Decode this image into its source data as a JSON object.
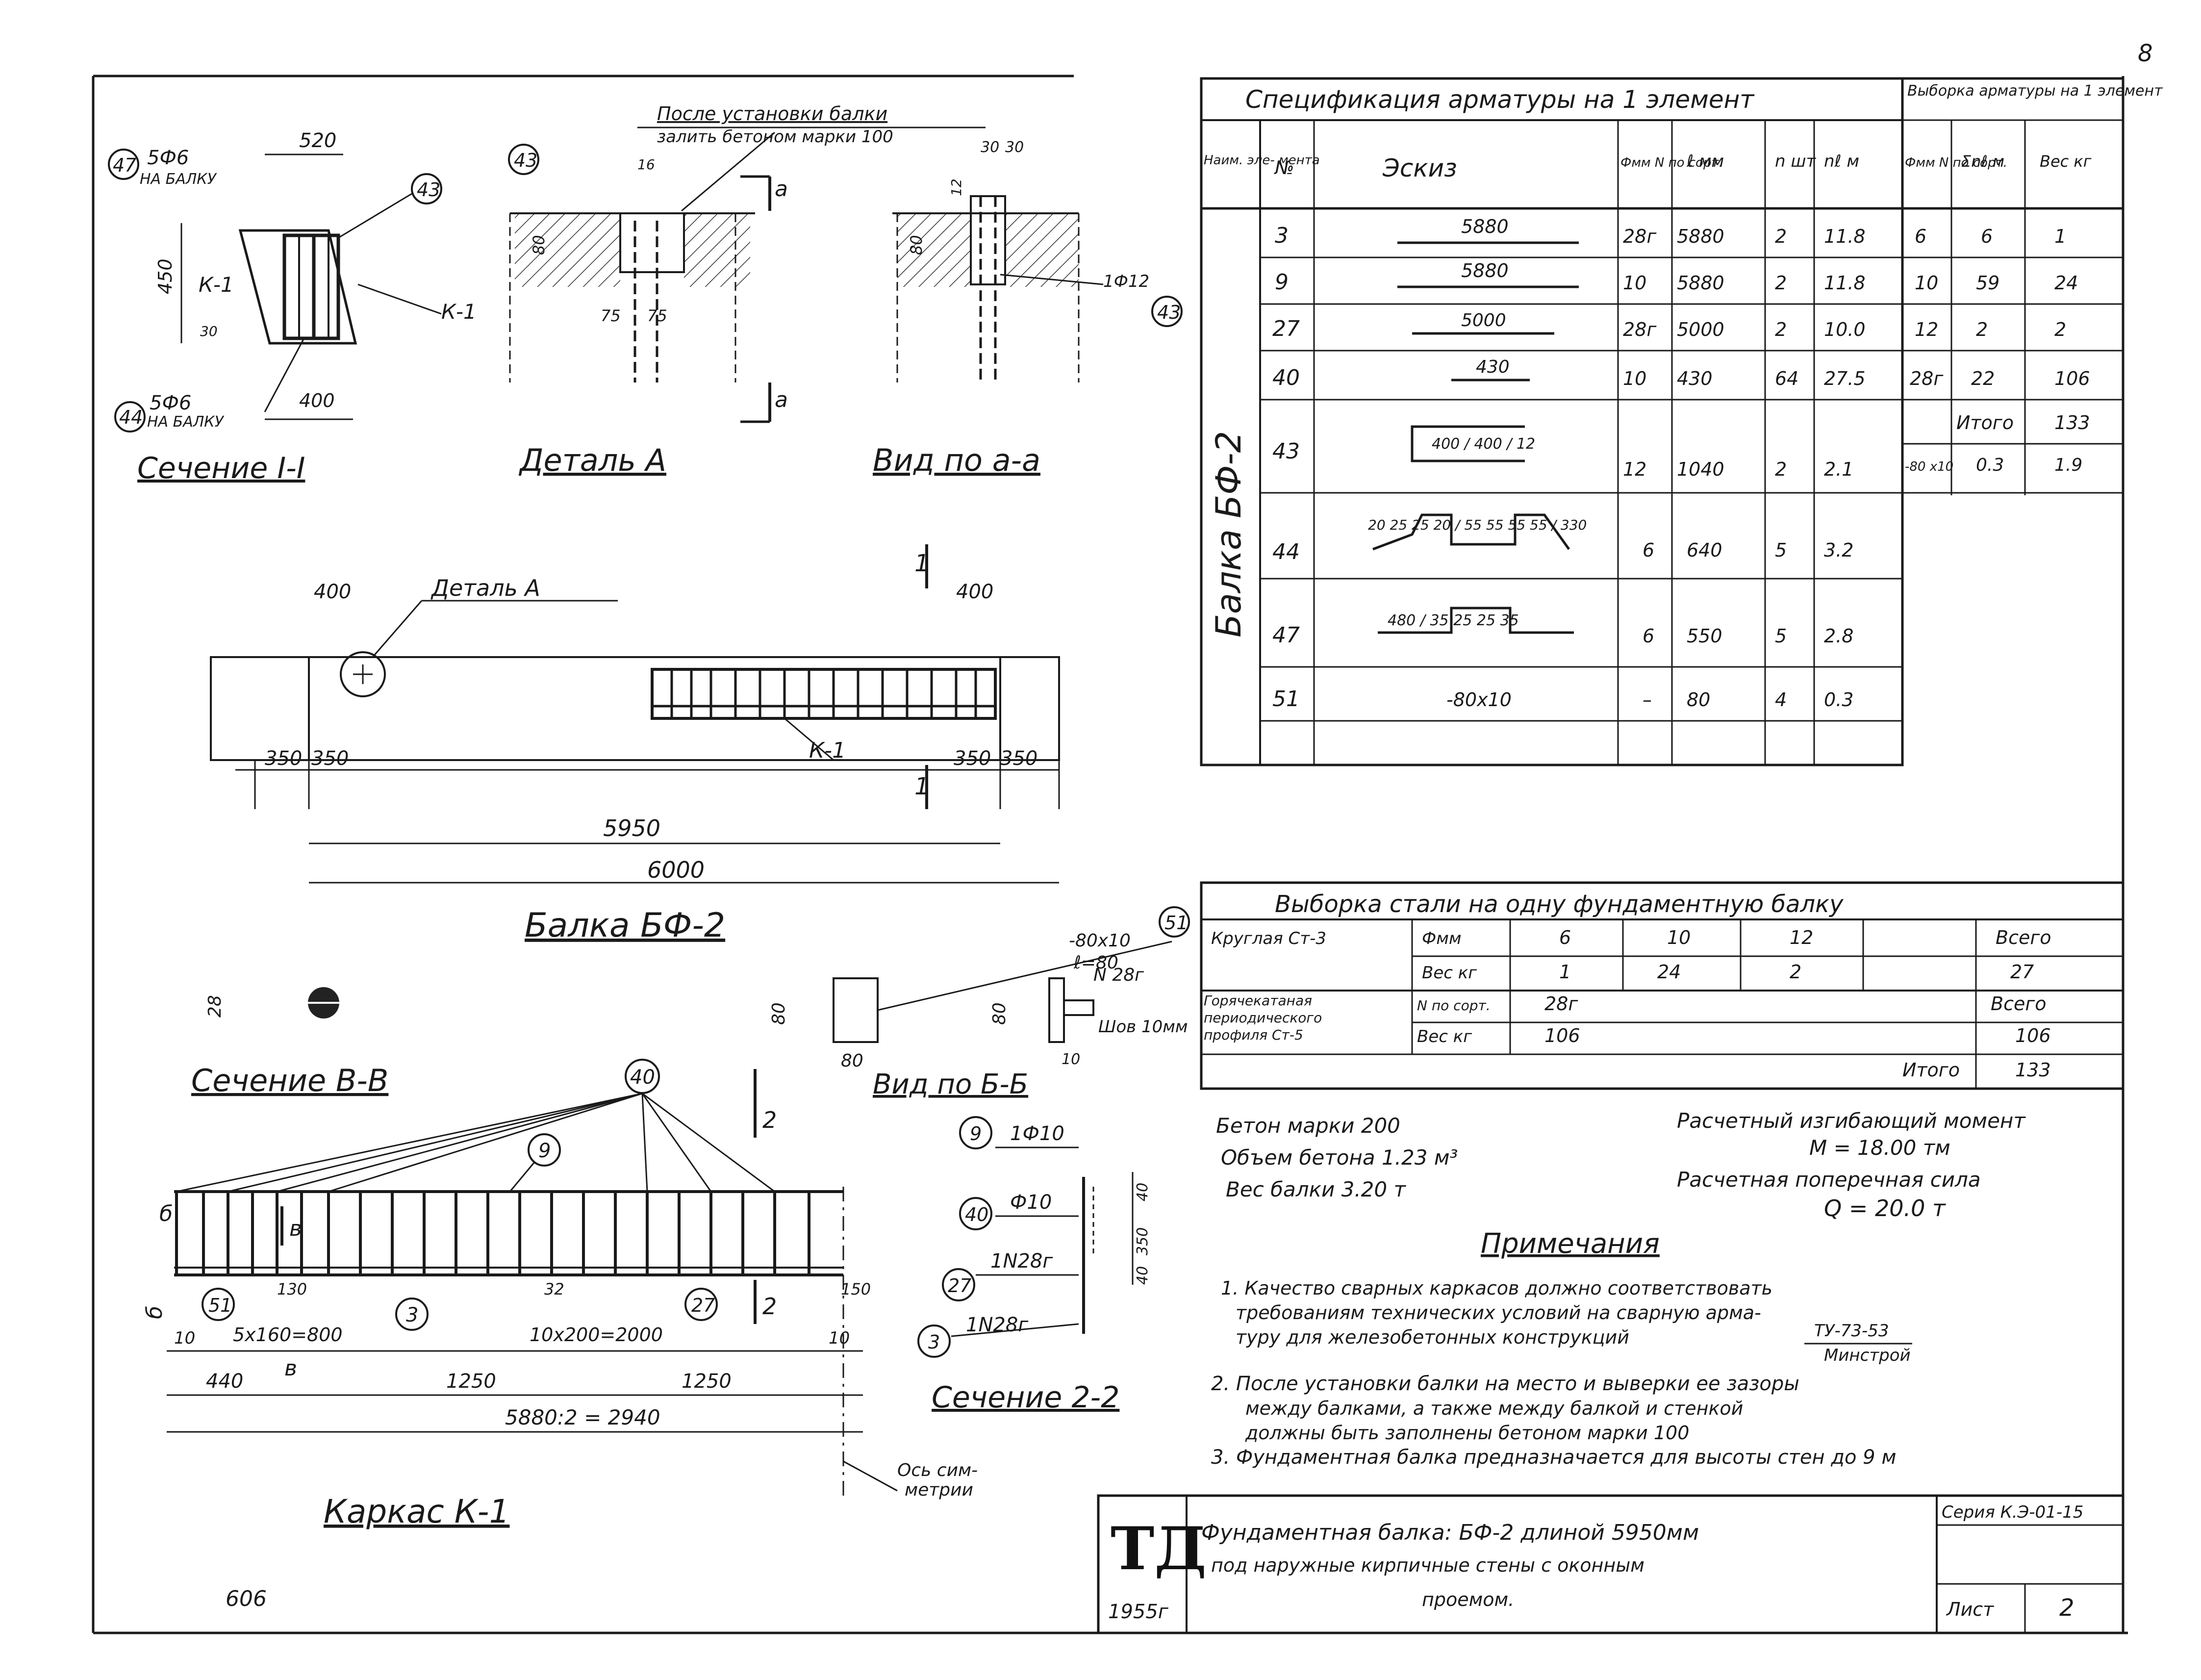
{
  "sheet": {
    "page_number": "8",
    "bottom_note": "606",
    "title_block": {
      "logo": "ТД",
      "year": "1955г",
      "title_line1": "Фундаментная балка: БФ-2 длиной 5950мм",
      "title_line2": "под наружные кирпичные стены с оконным",
      "title_line3": "проемом.",
      "series": "Серия К.Э-01-15",
      "sheet_label": "Лист",
      "sheet_no": "2"
    }
  },
  "section_1_1": {
    "title": "Сечение I-I",
    "callout_47": "47",
    "callout_43": "43",
    "callout_44": "44",
    "top_bars": "5Ф6",
    "top_note": "НА БАЛКУ",
    "bottom_bars": "5Ф6",
    "bottom_note": "НА БАЛКУ",
    "dim_top": "520",
    "dim_bottom": "400",
    "dim_h": "450",
    "dim_30": "30",
    "k1_left": "К-1",
    "k1_right": "К-1"
  },
  "detail_a": {
    "title": "Деталь А",
    "note_line1": "После установки балки",
    "note_line2": "залить бетоном марки 100",
    "callout": "43",
    "dim_16": "16",
    "dim_80": "80",
    "dim_75a": "75",
    "dim_75b": "75",
    "cut_a": "а"
  },
  "view_a_a": {
    "title": "Вид по а-а",
    "dim_30a": "30",
    "dim_30b": "30",
    "dim_12": "12",
    "dim_80": "80",
    "bar_label": "1Ф12",
    "callout": "43"
  },
  "beam": {
    "title": "Балка БФ-2",
    "detail_label": "Деталь А",
    "dim_400l": "400",
    "dim_400r": "400",
    "dim_350a": "350",
    "dim_350b": "350",
    "dim_350c": "350",
    "dim_350d": "350",
    "dim_5950": "5950",
    "dim_6000": "6000",
    "k1": "К-1",
    "cut_1": "1"
  },
  "section_v_v": {
    "title": "Сечение В-В",
    "dim_28": "28"
  },
  "view_b_b": {
    "title": "Вид по Б-Б",
    "plate": "-80х10",
    "plate_len": "ℓ=80",
    "callout": "51",
    "bar": "N 28г",
    "weld": "Шов 10мм",
    "dim_80h_a": "80",
    "dim_80h_b": "80",
    "dim_80w": "80",
    "dim_10": "10"
  },
  "cage_k1": {
    "title": "Каркас К-1",
    "callout_40": "40",
    "callout_9": "9",
    "callout_51": "51",
    "callout_3": "3",
    "callout_27": "27",
    "dim_130": "130",
    "dim_32": "32",
    "dim_150": "150",
    "dim_10a": "10",
    "dim_10b": "10",
    "dim_5x160": "5х160=800",
    "dim_10x200": "10х200=2000",
    "dim_440": "440",
    "dim_1250a": "1250",
    "dim_1250b": "1250",
    "dim_total": "5880:2 = 2940",
    "mark_b1": "б",
    "mark_b2": "б",
    "mark_v1": "в",
    "mark_v2": "в",
    "mark_2a": "2",
    "mark_2b": "2",
    "axis_note_line1": "Ось сим-",
    "axis_note_line2": "метрии"
  },
  "section_2_2": {
    "title": "Сечение 2-2",
    "rows": [
      {
        "no": "9",
        "label": "1Ф10"
      },
      {
        "no": "40",
        "label": "Ф10"
      },
      {
        "no": "27",
        "label": "1N28г"
      },
      {
        "no": "3",
        "label": "1N28г"
      }
    ],
    "dim_40a": "40",
    "dim_350": "350",
    "dim_40b": "40"
  },
  "spec_table": {
    "title": "Спецификация арматуры на 1 элемент",
    "headers": [
      "Наим. эле- мента",
      "№",
      "Эскиз",
      "Фмм N по сорт.",
      "ℓ мм",
      "n шт",
      "nℓ м"
    ],
    "element_name": "Балка БФ-2",
    "rows": [
      {
        "no": "3",
        "sketch": "5880",
        "dia": "28г",
        "len": "5880",
        "n": "2",
        "total": "11.8"
      },
      {
        "no": "9",
        "sketch": "5880",
        "dia": "10",
        "len": "5880",
        "n": "2",
        "total": "11.8"
      },
      {
        "no": "27",
        "sketch": "5000",
        "dia": "28г",
        "len": "5000",
        "n": "2",
        "total": "10.0"
      },
      {
        "no": "40",
        "sketch": "430",
        "dia": "10",
        "len": "430",
        "n": "64",
        "total": "27.5"
      },
      {
        "no": "43",
        "sketch": "400 / 400 / 12",
        "dia": "12",
        "len": "1040",
        "n": "2",
        "total": "2.1"
      },
      {
        "no": "44",
        "sketch": "20 25 25 20 / 55 55 55 55 / 330",
        "dia": "6",
        "len": "640",
        "n": "5",
        "total": "3.2"
      },
      {
        "no": "47",
        "sketch": "480 / 35 25 25 35",
        "dia": "6",
        "len": "550",
        "n": "5",
        "total": "2.8"
      },
      {
        "no": "51",
        "sketch": "-80х10",
        "dia": "–",
        "len": "80",
        "n": "4",
        "total": "0.3"
      }
    ]
  },
  "selection_table": {
    "title": "Выборка арматуры на 1 элемент",
    "headers": [
      "Фмм N по сорт.",
      "Σnℓ м",
      "Вес кг"
    ],
    "rows": [
      {
        "dia": "6",
        "len": "6",
        "weight": "1"
      },
      {
        "dia": "10",
        "len": "59",
        "weight": "24"
      },
      {
        "dia": "12",
        "len": "2",
        "weight": "2"
      },
      {
        "dia": "28г",
        "len": "22",
        "weight": "106"
      }
    ],
    "total_label": "Итого",
    "total": "133",
    "extra_dia": "-80 х10",
    "extra_len": "0.3",
    "extra_weight": "1.9"
  },
  "steel_table": {
    "title": "Выборка стали на одну фундаментную балку",
    "round_label": "Круглая Ст-3",
    "row1_label": "Фмм",
    "row1_values": [
      "6",
      "10",
      "12"
    ],
    "row2_label": "Вес кг",
    "row2_values": [
      "1",
      "24",
      "2"
    ],
    "total_label": "Всего",
    "round_total": "27",
    "profile_label_line1": "Горячекатаная",
    "profile_label_line2": "периодического",
    "profile_label_line3": "профиля Ст-5",
    "profile_no_label": "N по сорт.",
    "profile_no": "28г",
    "profile_weight_label": "Вес кг",
    "profile_weight": "106",
    "profile_total_label": "Всего",
    "profile_total": "106",
    "grand_label": "Итого",
    "grand_total": "133"
  },
  "concrete": {
    "line1": "Бетон марки 200",
    "line2": "Объем бетона 1.23 м³",
    "line3": "Вес балки 3.20 т",
    "moment_label": "Расчетный изгибающий момент",
    "moment": "М = 18.00 тм",
    "shear_label": "Расчетная поперечная сила",
    "shear": "Q = 20.0 т"
  },
  "notes": {
    "title": "Примечания",
    "n1_line1": "1. Качество сварных каркасов должно соответствовать",
    "n1_line2": "требованиям технических условий на сварную арма-",
    "n1_line3": "туру для железобетонных конструкций",
    "n1_ref_top": "ТУ-73-53",
    "n1_ref_bottom": "Минстрой",
    "n2_line1": "2. После установки балки на место и выверки ее зазоры",
    "n2_line2": "между балками, а также между балкой и стенкой",
    "n2_line3": "должны быть заполнены бетоном марки 100",
    "n3": "3. Фундаментная балка предназначается для высоты стен до 9 м"
  }
}
